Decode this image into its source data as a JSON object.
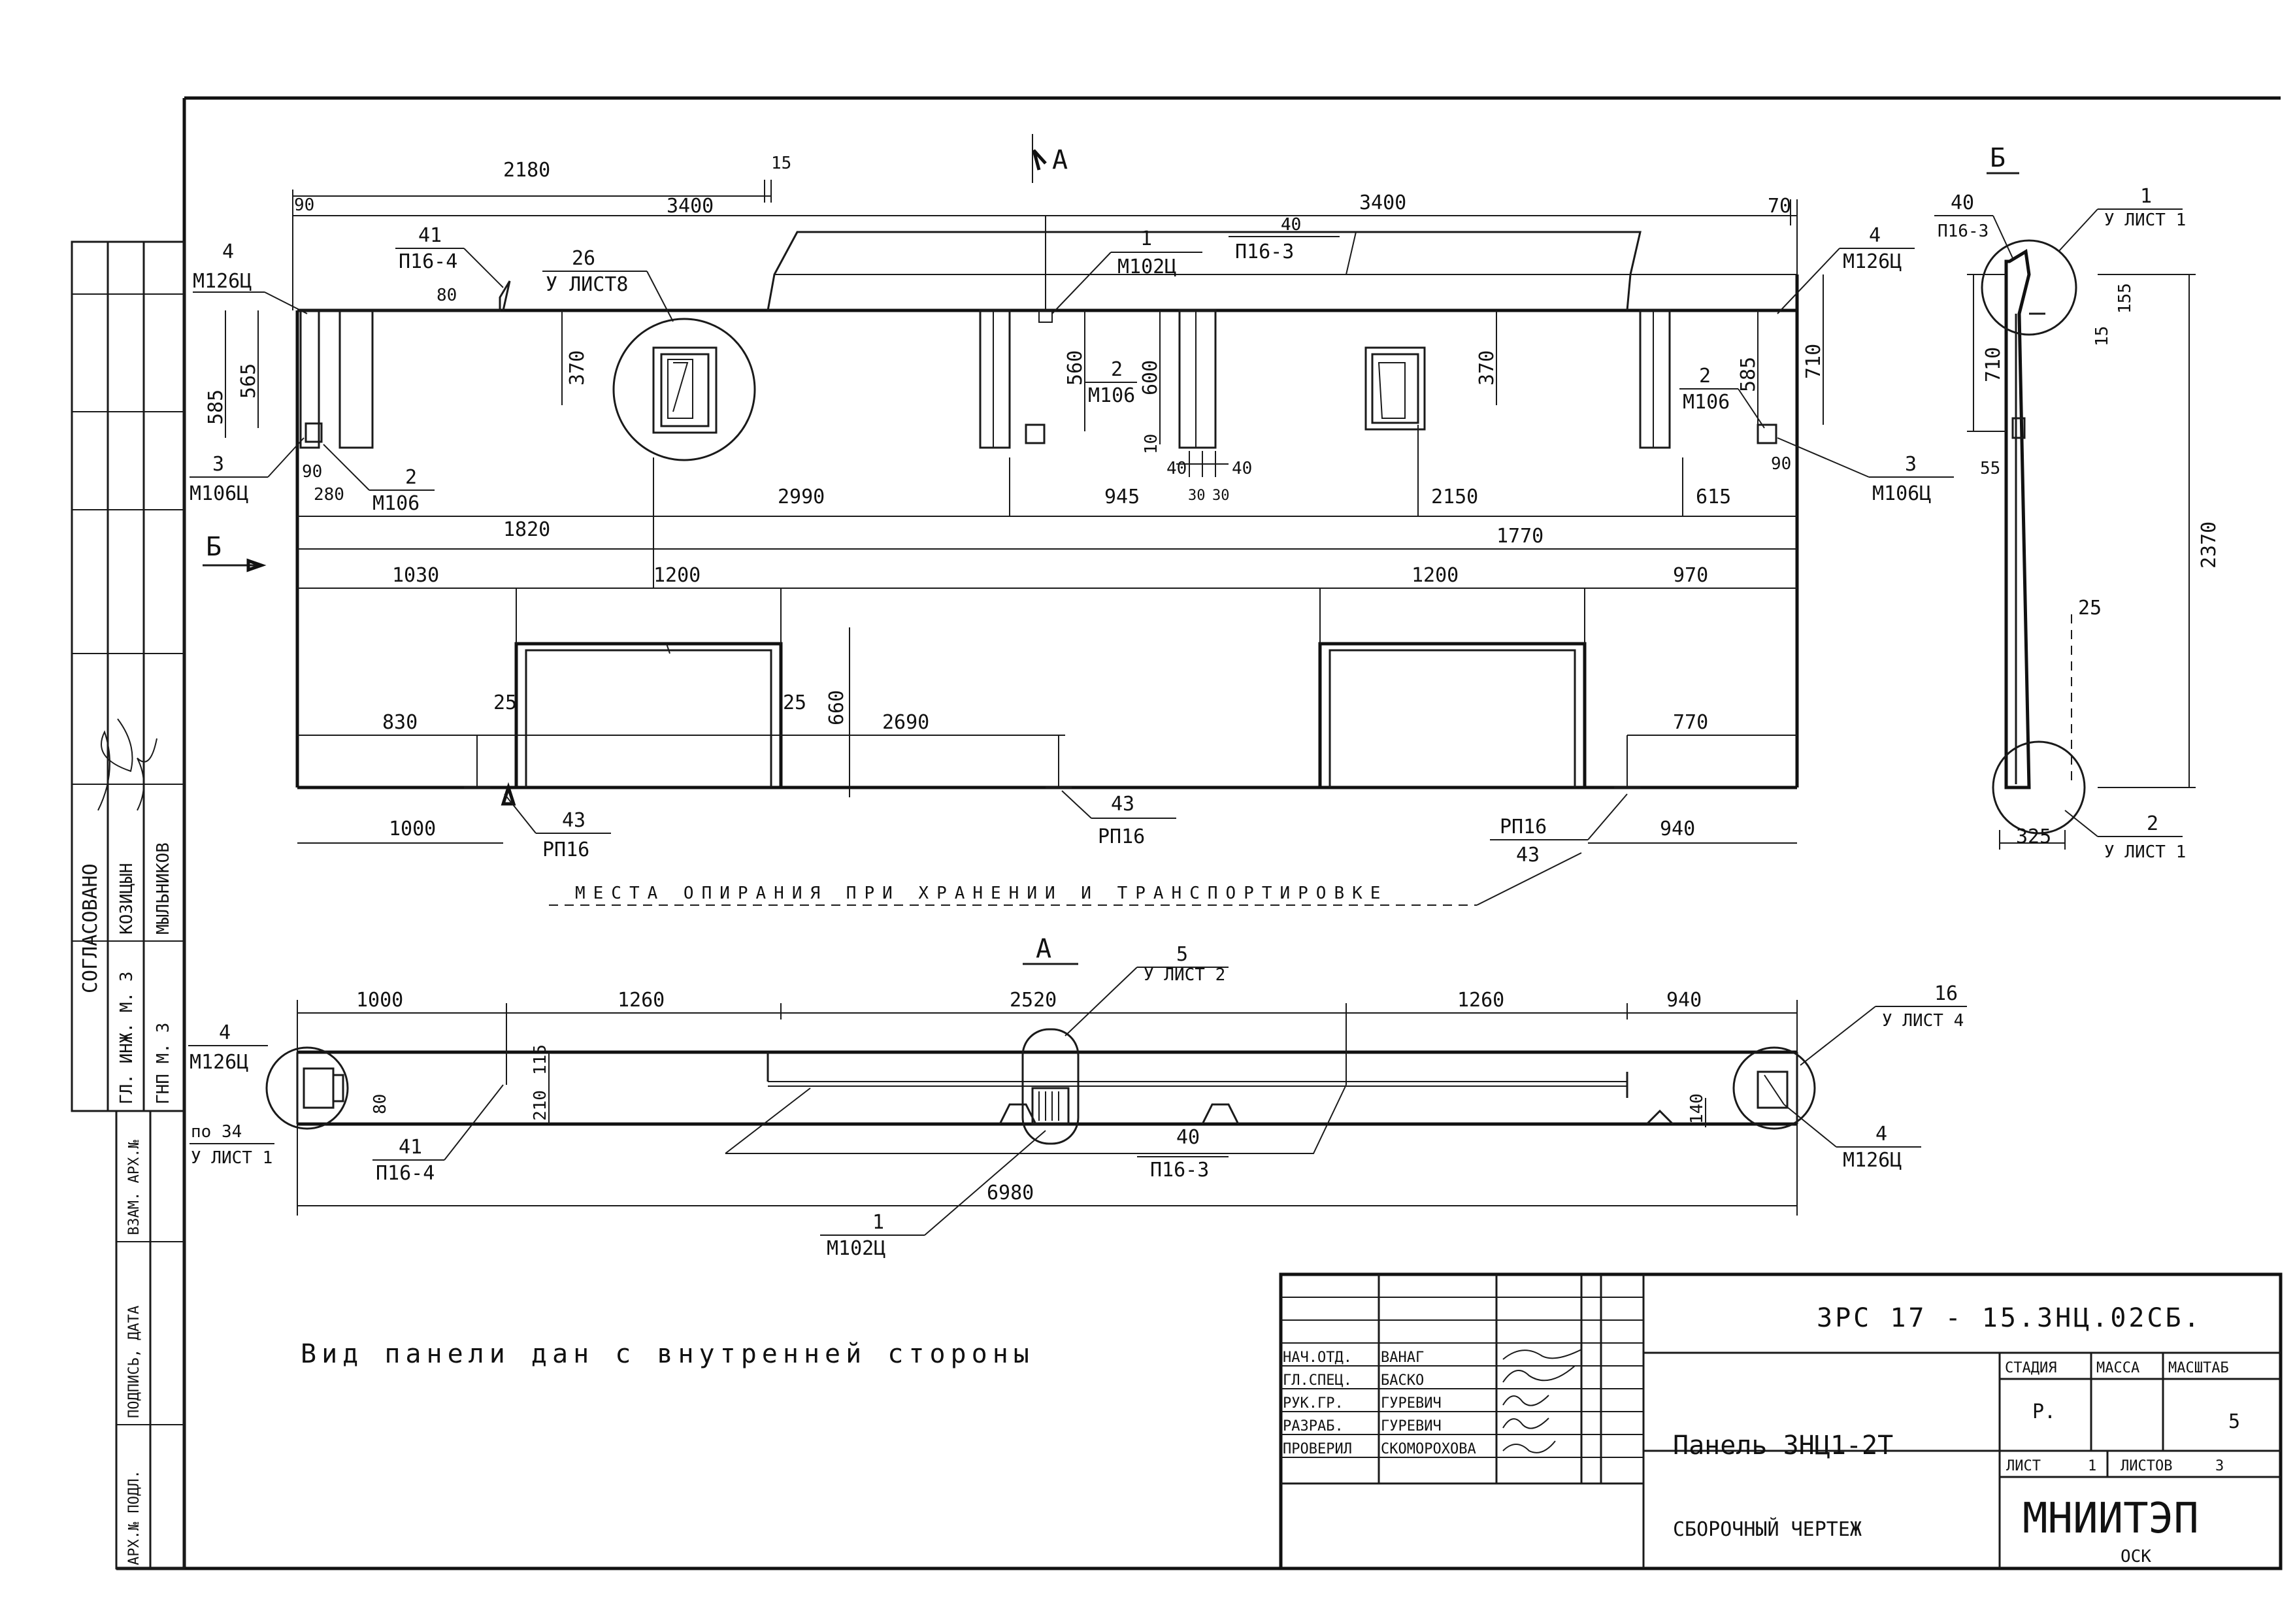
{
  "drawing": {
    "section_a_label": "А",
    "section_b_label": "Б",
    "dims_top": {
      "d2180": "2180",
      "d15": "15",
      "d90": "90",
      "d3400a": "3400",
      "d40": "40",
      "d3400b": "3400",
      "d70": "70"
    },
    "dims_mid": {
      "d2990": "2990",
      "d945": "945",
      "d2150": "2150",
      "d615": "615",
      "d1820": "1820",
      "d1770": "1770",
      "d1030": "1030",
      "d1200a": "1200",
      "d1200b": "1200",
      "d970": "970",
      "d830": "830",
      "d2690": "2690",
      "d770": "770",
      "d1000": "1000",
      "d940": "940",
      "d25a": "25",
      "d25b": "25",
      "d660": "660",
      "d585a": "585",
      "d565": "565",
      "d370a": "370",
      "d560": "560",
      "d600": "600",
      "d10": "10",
      "d40a": "40",
      "d30": "30",
      "d30b": "30",
      "d40b": "40",
      "d370b": "370",
      "d585b": "585",
      "d710": "710",
      "d80": "80",
      "d90a": "90",
      "d280": "280",
      "d90b": "90"
    },
    "callouts_front": {
      "c4a_num": "4",
      "c4a_code": "М126Ц",
      "c41_num": "41",
      "c41_code": "П16-4",
      "c26_num": "26",
      "c26_ref": "У ЛИСТ8",
      "c1_num": "1",
      "c1_code": "М102Ц",
      "c40_num": "40",
      "c40_code": "П16-3",
      "c4b_num": "4",
      "c4b_code": "М126Ц",
      "c2a_num": "2",
      "c2a_code": "М106",
      "c2b_num": "2",
      "c2b_code": "М106",
      "c2c_num": "2",
      "c2c_code": "М106",
      "c3a_num": "3",
      "c3a_code": "М106Ц",
      "c3b_num": "3",
      "c3b_code": "М106Ц",
      "c43a_num": "43",
      "c43a_code": "РП16",
      "c43b_num": "43",
      "c43b_code": "РП16",
      "c43c_num": "43",
      "c43c_code": "РП16",
      "supports_note": "МЕСТА ОПИРАНИЯ ПРИ ХРАНЕНИИ И ТРАНСПОРТИРОВКЕ"
    },
    "side_view": {
      "c40_num": "40",
      "c40_code": "П16-3",
      "c1_num": "1",
      "c1_ref": "У ЛИСТ 1",
      "d155": "155",
      "d15": "15",
      "d710": "710",
      "d55": "55",
      "d2370": "2370",
      "d25": "25",
      "d325": "325",
      "c2_num": "2",
      "c2_ref": "У ЛИСТ 1"
    },
    "plan_view": {
      "d1000": "1000",
      "d1260a": "1260",
      "d2520": "2520",
      "d1260b": "1260",
      "d940": "940",
      "d6980": "6980",
      "d115": "115",
      "d210": "210",
      "d80": "80",
      "d140": "140",
      "c5_num": "5",
      "c5_ref": "У ЛИСТ 2",
      "c16_num": "16",
      "c16_ref": "У ЛИСТ 4",
      "c4a_num": "4",
      "c4a_code": "М126Ц",
      "c4b_num": "4",
      "c4b_code": "М126Ц",
      "c41_num": "41",
      "c41_code": "П16-4",
      "c40_num": "40",
      "c40_code": "П16-3",
      "c1_num": "1",
      "c1_code": "М102Ц",
      "c34_num": "по 34",
      "c34_ref": "У ЛИСТ 1"
    },
    "note": "Вид панели дан с внутренней стороны"
  },
  "approval_strip": {
    "title": "СОГЛАСОВАНО",
    "row1_role": "ГЛ. ИНЖ. М. 3",
    "row1_name": "КОЗИЦЫН",
    "row2_role": "ГНП М. 3",
    "row2_name": "МЫЛЬНИКОВ",
    "inv_label": "АРХ.№ ПОДЛ.",
    "sign_label": "ПОДПИСЬ, ДАТА",
    "swap_label": "ВЗАМ. АРХ.№"
  },
  "title_block": {
    "code": "3РС 17 - 15.3НЦ.02СБ.",
    "rows": [
      {
        "role": "НАЧ.ОТД.",
        "name": "ВАНАГ"
      },
      {
        "role": "ГЛ.СПЕЦ.",
        "name": "БАСКО"
      },
      {
        "role": "РУК.ГР.",
        "name": "ГУРЕВИЧ"
      },
      {
        "role": "РАЗРАБ.",
        "name": "ГУРЕВИЧ"
      },
      {
        "role": "ПРОВЕРИЛ",
        "name": "СКОМОРОХОВА"
      }
    ],
    "product_name": "Панель 3НЦ1-2Т",
    "doc_type": "СБОРОЧНЫЙ ЧЕРТЕЖ",
    "stage_label": "СТАДИЯ",
    "mass_label": "МАССА",
    "scale_label": "МАСШТАБ",
    "stage_value": "Р.",
    "scale_value": "5",
    "sheet_label": "ЛИСТ",
    "sheet_value": "1",
    "sheets_label": "ЛИСТОВ",
    "sheets_value": "3",
    "org": "МНИИТЭП",
    "org_sub": "ОСК"
  }
}
